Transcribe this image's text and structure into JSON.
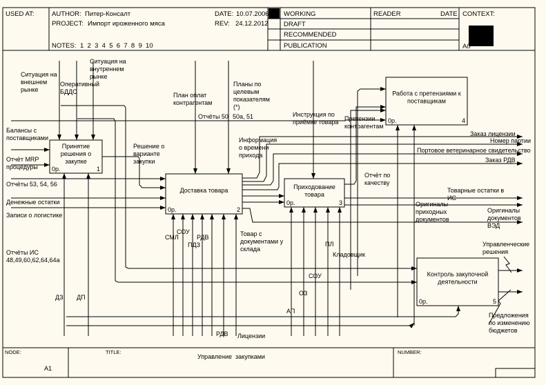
{
  "header": {
    "used_at_label": "USED AT:",
    "author_label": "AUTHOR:",
    "author": "Питер-Консалт",
    "project_label": "PROJECT:",
    "project": "Импорт ироженного мяса",
    "date_label": "DATE:",
    "date": "10.07.2006",
    "rev_label": "REV:",
    "rev": "24.12.2012",
    "notes_label": "NOTES:",
    "notes": "1  2  3  4  5  6  7  8  9  10",
    "status": [
      "WORKING",
      "DRAFT",
      "RECOMMENDED",
      "PUBLICATION"
    ],
    "status_selected": "WORKING",
    "reader_label": "READER",
    "reader_date_label": "DATE",
    "context_label": "CONTEXT:",
    "context_node": "A0"
  },
  "footer": {
    "node_label": "NODE:",
    "node": "A1",
    "title_label": "TITLE:",
    "title": "Управление  закупками",
    "number_label": "NUMBER:"
  },
  "boxes": [
    {
      "name": "Принятие решения о закупке",
      "lines": [
        "Принятие",
        "решения о",
        "закупке"
      ],
      "cost": "0р.",
      "num": "1"
    },
    {
      "name": "Доставка товара",
      "lines": [
        "Доставка товара"
      ],
      "cost": "0р.",
      "num": "2"
    },
    {
      "name": "Приходование товара",
      "lines": [
        "Приходование",
        "товара"
      ],
      "cost": "0р.",
      "num": "3"
    },
    {
      "name": "Работа с претензиями к поставщикам",
      "lines": [
        "Работа с претензиями к",
        "поставщикам"
      ],
      "cost": "0р.",
      "num": "4"
    },
    {
      "name": "Контроль закупочной деятельности",
      "lines": [
        "Контроль закупочной",
        "деятельности"
      ],
      "cost": "0р.",
      "num": "5"
    }
  ],
  "arrow_labels": {
    "sit_ext": [
      "Ситуация на",
      "внешнем",
      "рынке"
    ],
    "op_bdds": [
      "Оперативный",
      "БДДС"
    ],
    "sit_int": [
      "Ситуация на",
      "внутреннем",
      "рынке"
    ],
    "plan_opl": [
      "План оплат",
      "контрагентам"
    ],
    "plans": [
      "Планы по",
      "целевым",
      "показателям",
      "(*)"
    ],
    "rep50": [
      "Отчёты 50"
    ],
    "rep50a": [
      "50а, 51"
    ],
    "instr": [
      "Инструкция по",
      "приёмке товара"
    ],
    "pret": [
      "Претензии",
      "контрагентам"
    ],
    "balances": [
      "Балансы с",
      "поставщиками"
    ],
    "mrp": [
      "Отчёт MRP",
      "процедуры"
    ],
    "rep53": [
      "Отчёты 53, 54, 56"
    ],
    "money": [
      "Денежные остатки"
    ],
    "logist": [
      "Записи о логистике"
    ],
    "ic": [
      "Отчёты ИС",
      "48,49,60,62,64,64а"
    ],
    "reshenie": [
      "Решение о",
      "варианте",
      "закупки"
    ],
    "info": [
      "Информация",
      "о времени",
      "прихода"
    ],
    "sml": [
      "СМЛ"
    ],
    "sou1": [
      "СОУ"
    ],
    "pdz": [
      "ПДЗ"
    ],
    "rdv1": [
      "РДВ"
    ],
    "tovar": [
      "Товар с",
      "документами у",
      "склада"
    ],
    "kach": [
      "Отчёт по",
      "качеству"
    ],
    "zak_lic": [
      "Заказ лицензии"
    ],
    "nom_part": [
      "Номер партии"
    ],
    "port_vet": [
      "Портовое ветеринарное свидетельство"
    ],
    "zak_rdv": [
      "Заказ РДВ"
    ],
    "tov_ost": [
      "Товарные остатки в",
      "ИС"
    ],
    "orig_prih": [
      "Оригиналы",
      "приходных",
      "документов"
    ],
    "orig_ved": [
      "Оригиналы",
      "документов",
      "ВЭД"
    ],
    "upr": [
      "Управленческие",
      "решения"
    ],
    "predl": [
      "Предложения",
      "по изменению",
      "бюджетов"
    ],
    "dz": [
      "ДЗ"
    ],
    "dp": [
      "ДП"
    ],
    "rdv2": [
      "РДВ"
    ],
    "lic": [
      "Лицензии"
    ],
    "pl": [
      "ПЛ"
    ],
    "klad": [
      "Кладовщик"
    ],
    "sou2": [
      "СОУ"
    ],
    "oz": [
      "ОЗ"
    ],
    "ap": [
      "АП"
    ]
  }
}
